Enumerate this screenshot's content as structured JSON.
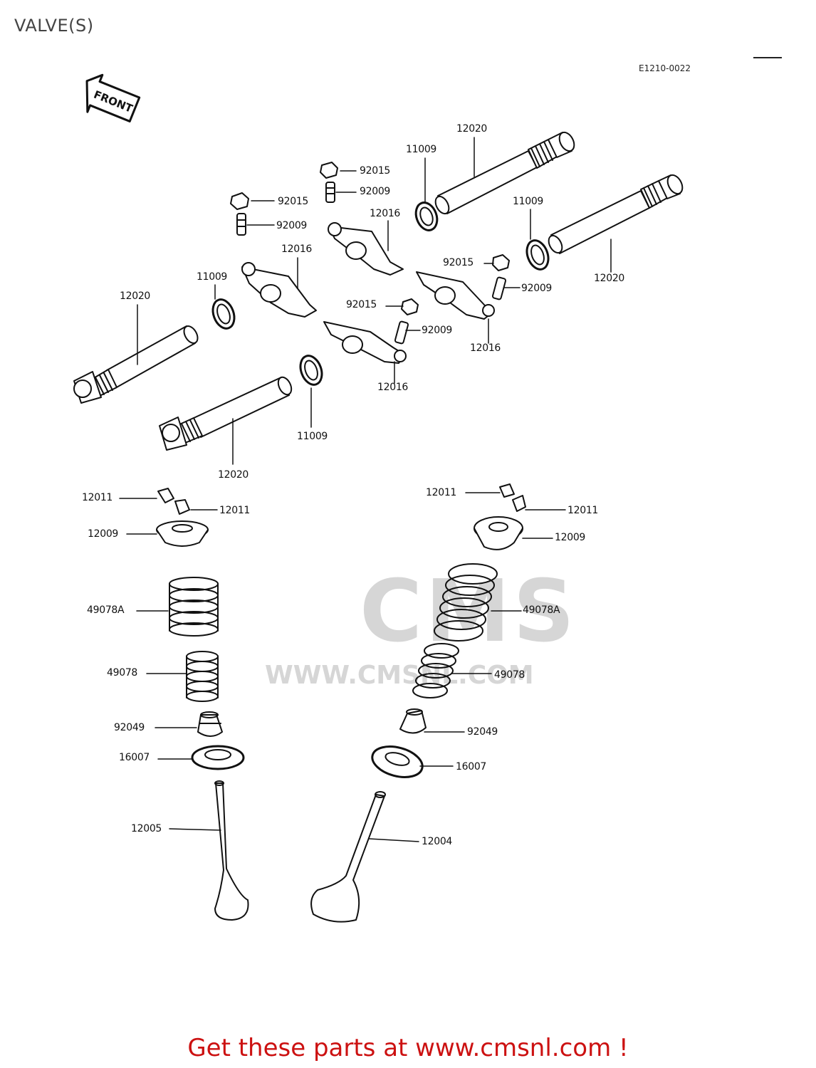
{
  "title": "VALVE(S)",
  "diagram_code": "E1210-0022",
  "front_badge": "FRONT",
  "watermark": {
    "logo": "CMS",
    "url": "WWW.CMSNL.COM"
  },
  "promo": "Get these parts at www.cmsnl.com !",
  "labels": [
    {
      "id": "12020-tr",
      "text": "12020"
    },
    {
      "id": "11009-tr",
      "text": "11009"
    },
    {
      "id": "92015-t1",
      "text": "92015"
    },
    {
      "id": "92009-t1",
      "text": "92009"
    },
    {
      "id": "92015-t2",
      "text": "92015"
    },
    {
      "id": "92009-t2",
      "text": "92009"
    },
    {
      "id": "12016-t1",
      "text": "12016"
    },
    {
      "id": "11009-r",
      "text": "11009"
    },
    {
      "id": "12016-t2",
      "text": "12016"
    },
    {
      "id": "11009-l",
      "text": "11009"
    },
    {
      "id": "12020-l",
      "text": "12020"
    },
    {
      "id": "12020-r",
      "text": "12020"
    },
    {
      "id": "92015-m1",
      "text": "92015"
    },
    {
      "id": "92009-m1",
      "text": "92009"
    },
    {
      "id": "92015-m2",
      "text": "92015"
    },
    {
      "id": "92009-m2",
      "text": "92009"
    },
    {
      "id": "12016-r",
      "text": "12016"
    },
    {
      "id": "12016-m",
      "text": "12016"
    },
    {
      "id": "11009-m",
      "text": "11009"
    },
    {
      "id": "12020-m",
      "text": "12020"
    },
    {
      "id": "12011-l1",
      "text": "12011"
    },
    {
      "id": "12011-l2",
      "text": "12011"
    },
    {
      "id": "12009-l",
      "text": "12009"
    },
    {
      "id": "12011-r1",
      "text": "12011"
    },
    {
      "id": "12011-r2",
      "text": "12011"
    },
    {
      "id": "12009-r",
      "text": "12009"
    },
    {
      "id": "49078A-l",
      "text": "49078A"
    },
    {
      "id": "49078A-r",
      "text": "49078A"
    },
    {
      "id": "49078-l",
      "text": "49078"
    },
    {
      "id": "49078-r",
      "text": "49078"
    },
    {
      "id": "92049-l",
      "text": "92049"
    },
    {
      "id": "92049-r",
      "text": "92049"
    },
    {
      "id": "16007-l",
      "text": "16007"
    },
    {
      "id": "16007-r",
      "text": "16007"
    },
    {
      "id": "12005",
      "text": "12005"
    },
    {
      "id": "12004",
      "text": "12004"
    }
  ]
}
